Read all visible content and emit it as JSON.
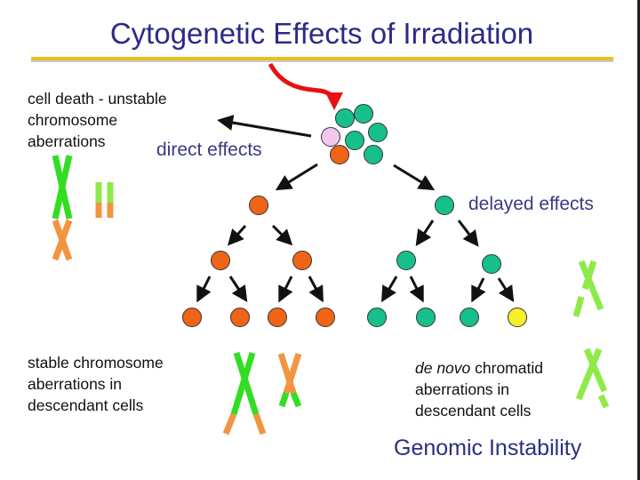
{
  "title": "Cytogenetic Effects of Irradiation",
  "labels": {
    "cell_death": [
      "cell death - unstable",
      "chromosome",
      "aberrations"
    ],
    "direct_effects": "direct effects",
    "delayed_effects": "delayed effects",
    "stable": [
      "stable chromosome",
      "aberrations in",
      "descendant cells"
    ],
    "de_novo_italic": "de novo",
    "de_novo": [
      " chromatid",
      "aberrations in",
      "descendant cells"
    ],
    "genomic_instability": "Genomic Instability"
  },
  "colors": {
    "title": "#2b2b88",
    "teal": "#17bf8c",
    "orange": "#f06418",
    "pink": "#f3c6ee",
    "yellow": "#f7ef2a",
    "green": "#33dd22",
    "light_orange": "#f29440",
    "lime": "#8eea48",
    "red_arrow": "#e81010",
    "gold_rule": "#e8c020"
  }
}
